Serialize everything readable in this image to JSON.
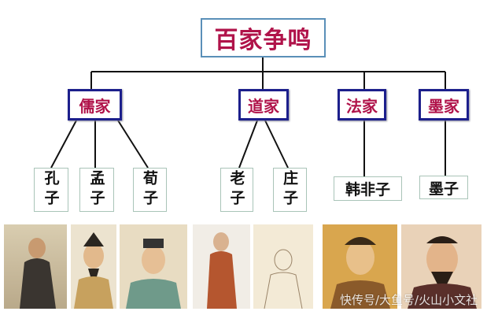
{
  "title": "百家争鸣",
  "schools": [
    {
      "name": "儒家",
      "members": [
        "孔子",
        "孟子",
        "荀子"
      ]
    },
    {
      "name": "道家",
      "members": [
        "老子",
        "庄子"
      ]
    },
    {
      "name": "法家",
      "members": [
        "韩非子"
      ]
    },
    {
      "name": "墨家",
      "members": [
        "墨子"
      ]
    }
  ],
  "portraits": [
    "孔子",
    "孟子",
    "荀子",
    "老子",
    "庄子",
    "韩非子",
    "墨子"
  ],
  "watermark": "快传号/大鱼号/火山小文社",
  "colors": {
    "title_text": "#b0134a",
    "school_border": "#1c1f8c",
    "title_border": "#5a8fb8"
  }
}
